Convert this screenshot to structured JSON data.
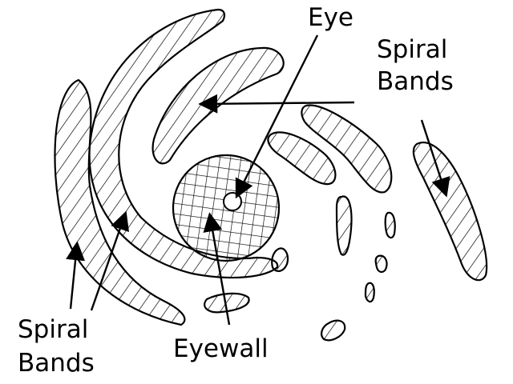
{
  "title": "Hurricane structure diagram",
  "labels": {
    "eye": "Eye",
    "spiral_bands_right_line1": "Spiral",
    "spiral_bands_right_line2": "Bands",
    "spiral_bands_left_line1": "Spiral",
    "spiral_bands_left_line2": "Bands",
    "eyewall": "Eyewall"
  }
}
